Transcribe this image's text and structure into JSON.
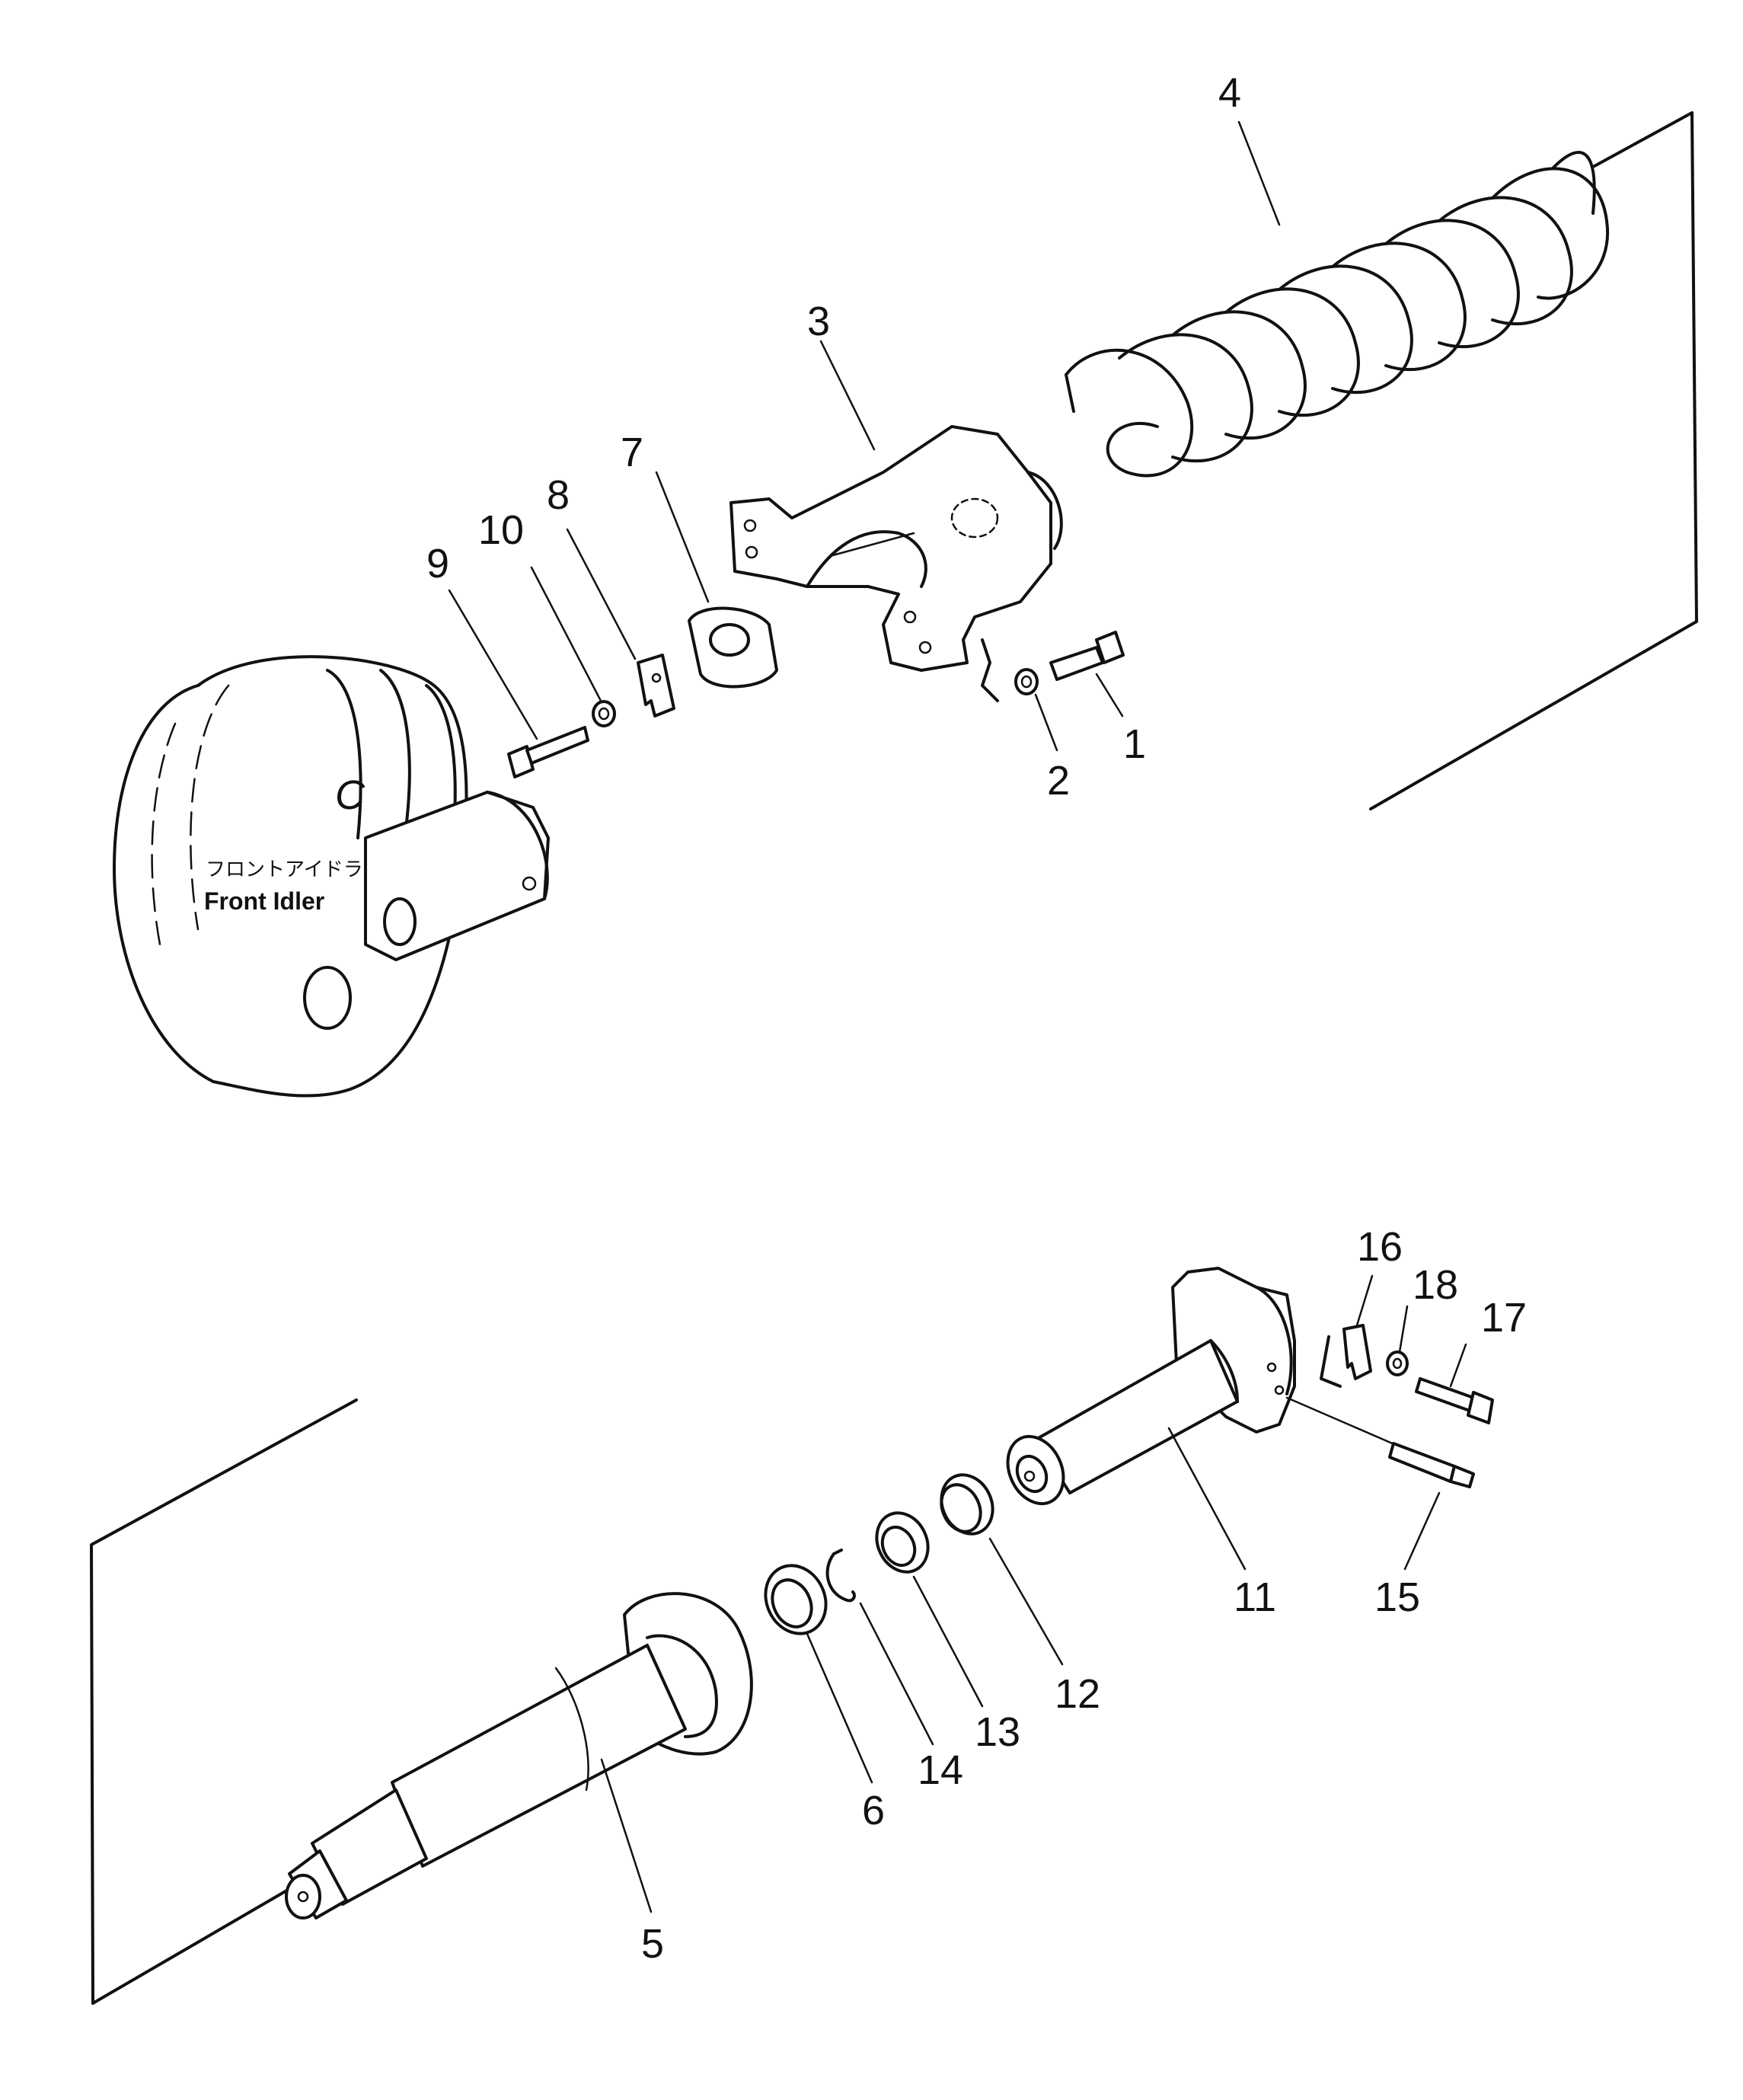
{
  "caption": {
    "japanese": "フロントアイドラ",
    "english": "Front  Idler",
    "mark": "C"
  },
  "callouts": [
    "1",
    "2",
    "3",
    "4",
    "5",
    "6",
    "7",
    "8",
    "9",
    "10",
    "11",
    "12",
    "13",
    "14",
    "15",
    "16",
    "17",
    "18"
  ],
  "colors": {
    "line": "#111111",
    "background": "#ffffff"
  }
}
